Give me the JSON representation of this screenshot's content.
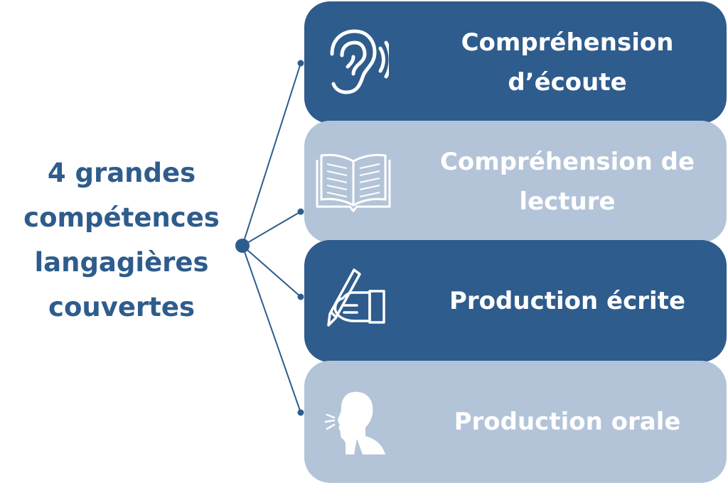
{
  "title_lines": [
    "4 grandes",
    "compétences",
    "langagières",
    "couvertes"
  ],
  "skills": [
    {
      "lines": [
        "Compréhension",
        "d’écoute"
      ],
      "icon": "ear-icon",
      "tone": "dark"
    },
    {
      "lines": [
        "Compréhension de",
        "lecture"
      ],
      "icon": "book-icon",
      "tone": "light"
    },
    {
      "lines": [
        "Production écrite"
      ],
      "icon": "writing-hand-icon",
      "tone": "dark"
    },
    {
      "lines": [
        "Production orale"
      ],
      "icon": "speaking-head-icon",
      "tone": "light"
    }
  ],
  "colors": {
    "dark": "#2e5c8c",
    "light": "#b3c4d8",
    "title": "#2e5c8c",
    "connector": "#2e5c8c"
  }
}
